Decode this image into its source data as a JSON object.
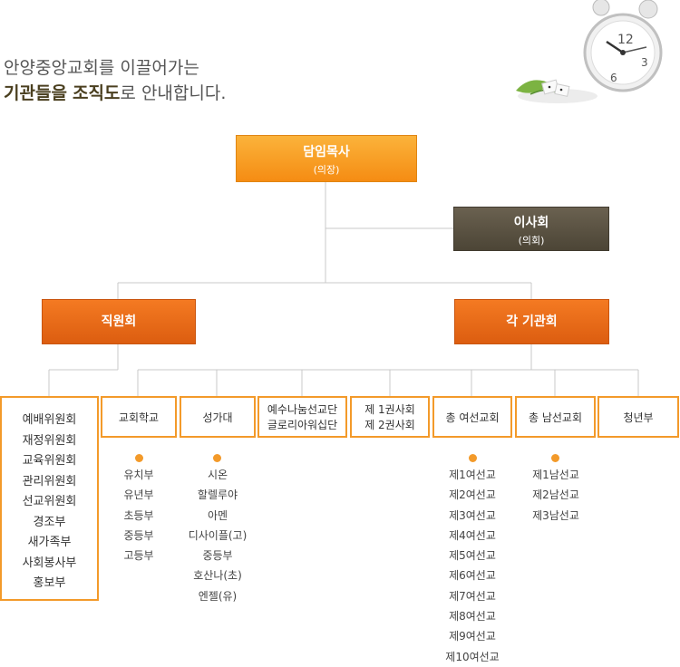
{
  "intro": {
    "line1": "안양중앙교회를 이끌어가는",
    "line2_bold1": "기관들을",
    "line2_bold2": "조직도",
    "line2_rest": "로 안내합니다."
  },
  "top": {
    "title": "담임목사",
    "sub": "(의장)"
  },
  "board": {
    "title": "이사회",
    "sub": "(의회)"
  },
  "mid_left": "직원회",
  "mid_right": "각 기관회",
  "committees": [
    "예배위원회",
    "재정위원회",
    "교육위원회",
    "관리위원회",
    "선교위원회",
    "경조부",
    "새가족부",
    "사회봉사부",
    "홍보부"
  ],
  "groups": {
    "school": "교회학교",
    "choir": "성가대",
    "mission1": "예수나눔선교단",
    "mission2": "글로리아워십단",
    "district1": "제 1권사회",
    "district2": "제 2권사회",
    "women": "총 여선교회",
    "men": "총 남선교회",
    "youth": "청년부"
  },
  "school_list": [
    "유치부",
    "유년부",
    "초등부",
    "중등부",
    "고등부"
  ],
  "choir_list": [
    "시온",
    "할렐루야",
    "아멘",
    "디사이플(고)",
    "중등부",
    "호산나(초)",
    "엔젤(유)"
  ],
  "women_list": [
    "제1여선교",
    "제2여선교",
    "제3여선교",
    "제4여선교",
    "제5여선교",
    "제6여선교",
    "제7여선교",
    "제8여선교",
    "제9여선교",
    "제10여선교"
  ],
  "men_list": [
    "제1남선교",
    "제2남선교",
    "제3남선교"
  ],
  "colors": {
    "orange": "#f58c13",
    "dark_orange": "#dc5d10",
    "board": "#4c4536",
    "line": "#c8c8c8"
  },
  "icons": {
    "decoration": "alarm-clock-icon"
  }
}
